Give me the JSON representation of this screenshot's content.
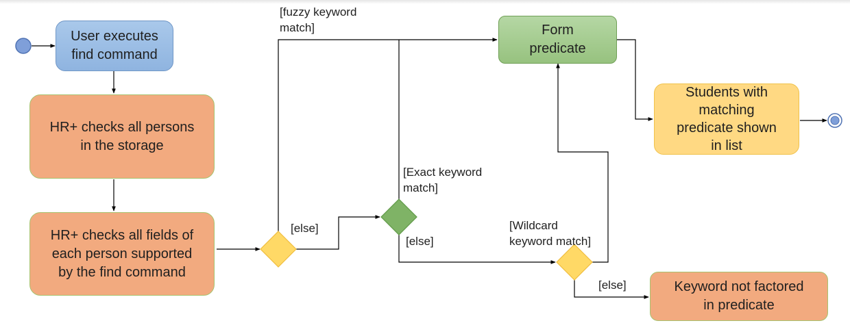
{
  "nodes": {
    "user_executes": "User executes\nfind command",
    "checks_persons": "HR+ checks all persons\nin the storage",
    "checks_fields": "HR+ checks all fields of\neach person supported\nby the find command",
    "form_predicate": "Form\npredicate",
    "students_shown": "Students with\nmatching\npredicate shown\nin list",
    "keyword_not_factored": "Keyword not factored\nin predicate"
  },
  "guards": {
    "fuzzy": "[fuzzy keyword\nmatch]",
    "exact": "[Exact keyword\nmatch]",
    "wildcard": "[Wildcard\nkeyword match]",
    "else_1": "[else]",
    "else_2": "[else]",
    "else_3": "[else]"
  },
  "colors": {
    "action_blue": "#9dbfe6",
    "action_orange": "#f2aa7f",
    "action_green": "#a8cf93",
    "action_yellow": "#ffd983",
    "decision_yellow": "#ffd966",
    "decision_green": "#7fb366",
    "initial_node": "#7f9fd9"
  }
}
